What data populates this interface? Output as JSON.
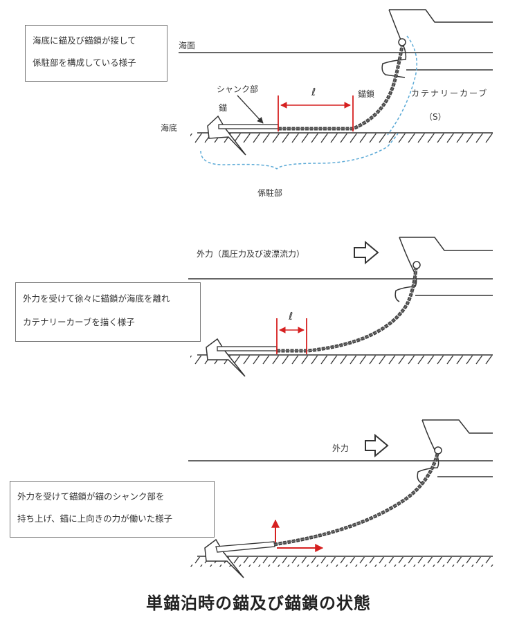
{
  "panel1": {
    "note_lines": [
      "海底に錨及び錨鎖が接して",
      "係駐部を構成している様子"
    ],
    "label_sea_surface": "海面",
    "label_shank": "シャンク部",
    "label_anchor": "錨",
    "label_seabed": "海底",
    "label_length": "ℓ",
    "label_chain": "錨鎖",
    "label_catenary": "カテナリーカーブ",
    "label_s": "（S）",
    "label_holding": "係駐部"
  },
  "panel2": {
    "label_force": "外力（風圧力及び波漂流力）",
    "note_lines": [
      "外力を受けて徐々に錨鎖が海底を離れ",
      "カテナリーカーブを描く様子"
    ],
    "label_length": "ℓ"
  },
  "panel3": {
    "label_force": "外力",
    "note_lines": [
      "外力を受けて錨鎖が錨のシャンク部を",
      "持ち上げ、錨に上向きの力が働いた様子"
    ]
  },
  "caption": "単錨泊時の錨及び錨鎖の状態",
  "colors": {
    "measure": "#d62020",
    "line": "#333333",
    "dashed": "#5aa9d6"
  }
}
